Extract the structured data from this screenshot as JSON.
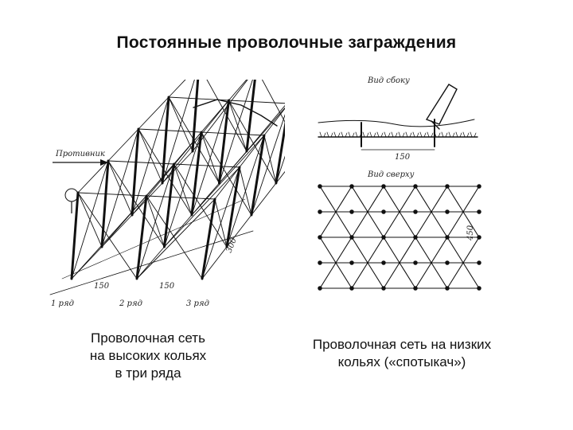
{
  "title": "Постоянные проволочные заграждения",
  "left_figure": {
    "enemy_label": "Противник",
    "dim_depth": "300",
    "dim_gap_1": "150",
    "dim_gap_2": "150",
    "row_1": "1 ряд",
    "row_2": "2 ряд",
    "row_3": "3 ряд"
  },
  "right_figure": {
    "side_view_label": "Вид сбоку",
    "side_dim": "150",
    "top_view_label": "Вид сверху",
    "top_dim": "450"
  },
  "captions": {
    "left": [
      "Проволочная сеть",
      "на высоких кольях",
      "в три ряда"
    ],
    "right": [
      "Проволочная сеть на низких",
      "кольях («спотыкач»)"
    ]
  }
}
